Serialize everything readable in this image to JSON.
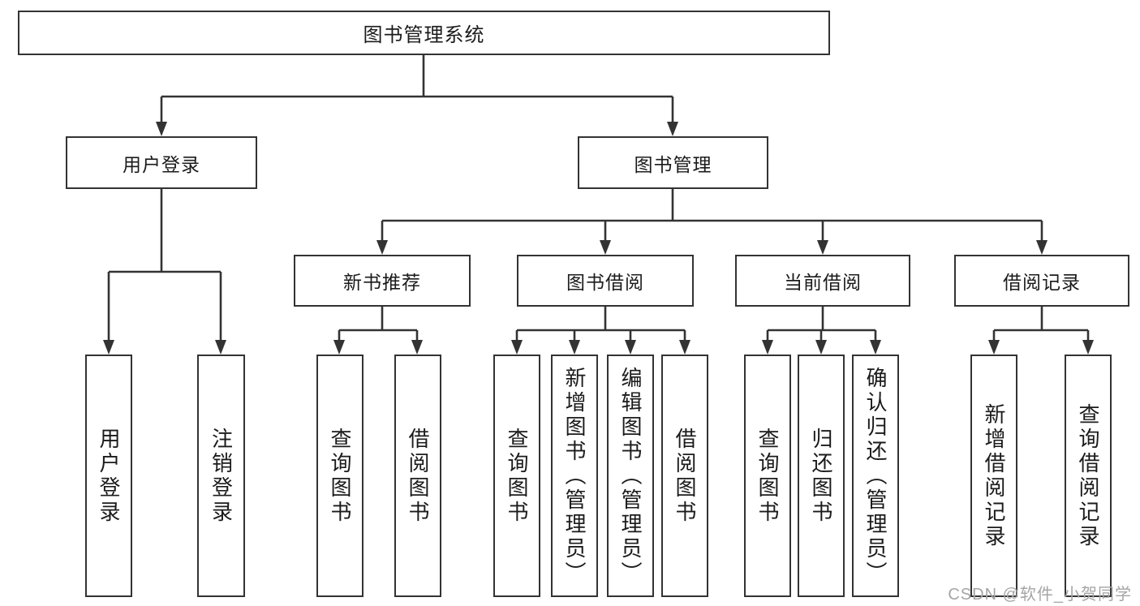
{
  "tree": {
    "label": "图书管理系统",
    "children": [
      {
        "label": "用户登录",
        "children": [
          {
            "label": "用户登录"
          },
          {
            "label": "注销登录"
          }
        ]
      },
      {
        "label": "图书管理",
        "children": [
          {
            "label": "新书推荐",
            "children": [
              {
                "label": "查询图书"
              },
              {
                "label": "借阅图书"
              }
            ]
          },
          {
            "label": "图书借阅",
            "children": [
              {
                "label": "查询图书"
              },
              {
                "label": "新增图书（管理员）"
              },
              {
                "label": "编辑图书（管理员）"
              },
              {
                "label": "借阅图书"
              }
            ]
          },
          {
            "label": "当前借阅",
            "children": [
              {
                "label": "查询图书"
              },
              {
                "label": "归还图书"
              },
              {
                "label": "确认归还（管理员）"
              }
            ]
          },
          {
            "label": "借阅记录",
            "children": [
              {
                "label": "新增借阅记录"
              },
              {
                "label": "查询借阅记录"
              }
            ]
          }
        ]
      }
    ]
  },
  "watermark": {
    "text": "CSDN @软件_小贺同学"
  },
  "colors": {
    "line": "#333333",
    "text": "#1b1b1b",
    "background": "#ffffff",
    "watermark": "#a5a5a5"
  }
}
